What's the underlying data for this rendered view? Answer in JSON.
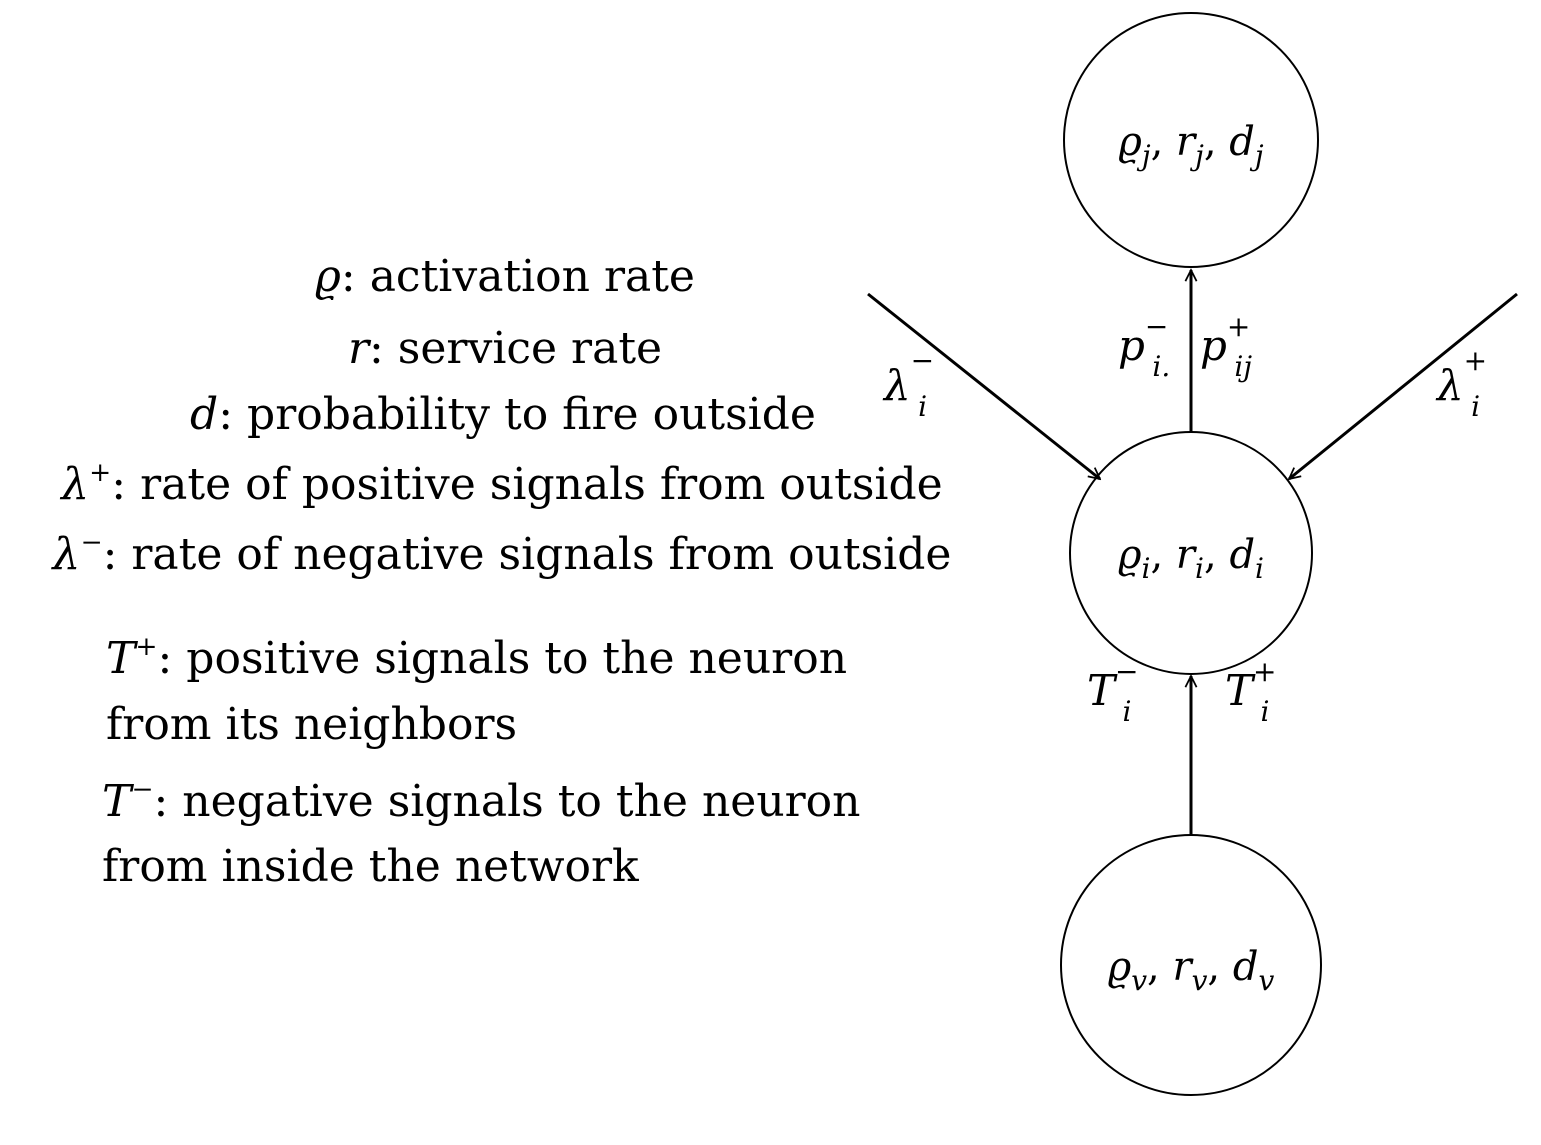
{
  "legend": {
    "rho": {
      "symbol": "ϱ",
      "text": ": activation rate"
    },
    "r": {
      "symbol": "r",
      "text": ": service rate"
    },
    "d": {
      "symbol": "d",
      "text": ": probability to fire outside"
    },
    "lambda_plus": {
      "symbol": "λ",
      "sup": "+",
      "text": ": rate of positive signals from outside"
    },
    "lambda_minus": {
      "symbol": "λ",
      "sup": "−",
      "text": ": rate of negative signals from outside"
    },
    "t_plus": {
      "symbol": "T",
      "sup": "+",
      "text": ": positive signals to the neuron",
      "text2": "from its neighbors"
    },
    "t_minus": {
      "symbol": "T",
      "sup": "−",
      "text": ": negative signals to the neuron",
      "text2": "from inside the network"
    }
  },
  "nodes": {
    "j": {
      "label": "ϱ",
      "sub1": "j",
      "r": "r",
      "sub2": "j",
      "d": "d",
      "sub3": "j"
    },
    "i": {
      "label": "ϱ",
      "sub1": "i",
      "r": "r",
      "sub2": "i",
      "d": "d",
      "sub3": "i"
    },
    "v": {
      "label": "ϱ",
      "sub1": "v",
      "r": "r",
      "sub2": "v",
      "d": "d",
      "sub3": "v"
    }
  },
  "edges": {
    "lambda_minus": {
      "base": "λ",
      "sup": "−",
      "sub": "i"
    },
    "lambda_plus": {
      "base": "λ",
      "sup": "+",
      "sub": "i"
    },
    "p_minus": {
      "base": "p",
      "sup": "−",
      "sub": "i."
    },
    "p_plus": {
      "base": "p",
      "sup": "+",
      "sub": "ij"
    },
    "t_minus": {
      "base": "T",
      "sup": "−",
      "sub": "i"
    },
    "t_plus": {
      "base": "T",
      "sup": "+",
      "sub": "i"
    }
  }
}
